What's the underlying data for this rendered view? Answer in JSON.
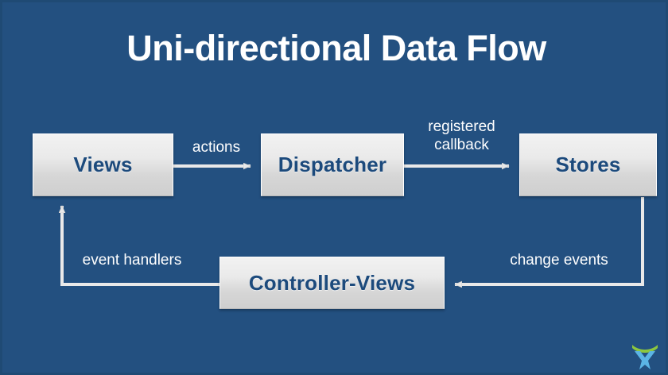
{
  "slide": {
    "title": "Uni-directional Data Flow",
    "background_color": "#235080",
    "title_color": "#ffffff"
  },
  "diagram": {
    "type": "flow-diagram",
    "node_fill_top": "#f2f2f2",
    "node_fill_bottom": "#cfcfcf",
    "node_text_color": "#1c4a7c",
    "connector_color": "#e9e9e9",
    "nodes": [
      {
        "id": "views",
        "label": "Views"
      },
      {
        "id": "dispatcher",
        "label": "Dispatcher"
      },
      {
        "id": "stores",
        "label": "Stores"
      },
      {
        "id": "controller",
        "label": "Controller-Views"
      }
    ],
    "edges": [
      {
        "id": "views-dispatcher",
        "from": "views",
        "to": "dispatcher",
        "label": "actions"
      },
      {
        "id": "dispatcher-stores",
        "from": "dispatcher",
        "to": "stores",
        "label": "registered\ncallback"
      },
      {
        "id": "stores-controller",
        "from": "stores",
        "to": "controller",
        "label": "change events"
      },
      {
        "id": "controller-views",
        "from": "controller",
        "to": "views",
        "label": "event handlers"
      }
    ]
  },
  "logo": {
    "name": "exoplatform-logo",
    "arc_color": "#8cc63f",
    "mark_color": "#5bb4e5"
  }
}
